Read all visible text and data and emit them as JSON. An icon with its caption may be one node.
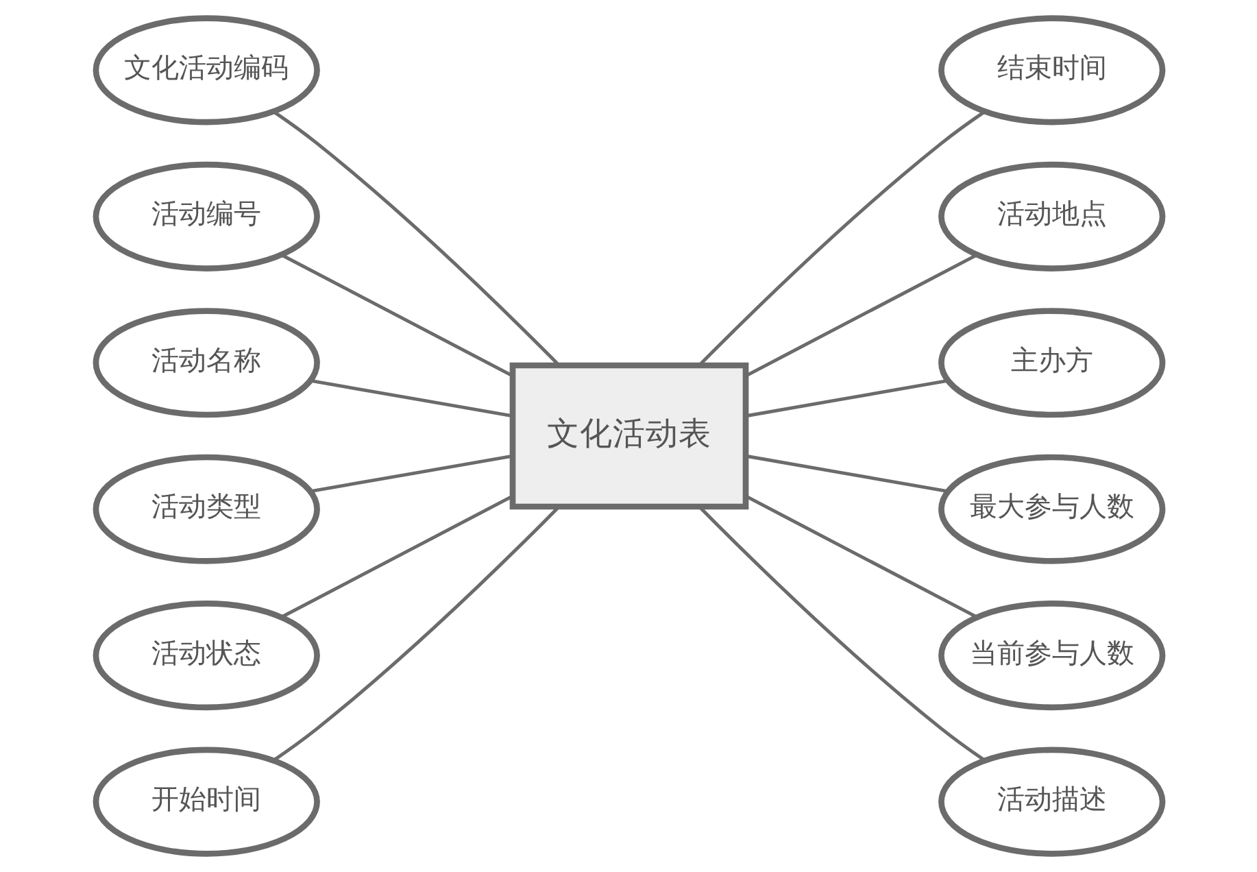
{
  "diagram": {
    "nodes": [
      {
        "text": [
          "文化活动编码"
        ]
      },
      {
        "text": [
          "活动编号"
        ]
      },
      {
        "text": [
          "活动名称"
        ]
      },
      {
        "text": [
          "活动类型"
        ]
      },
      {
        "text": [
          "活动状态"
        ]
      },
      {
        "text": [
          "开始时间"
        ]
      },
      {
        "text": [
          "文化活动表"
        ]
      },
      {
        "text": [
          "结束时间"
        ]
      },
      {
        "text": [
          "活动地点"
        ]
      },
      {
        "text": [
          "主办方"
        ]
      },
      {
        "text": [
          "最大参与人数"
        ]
      },
      {
        "text": [
          "当前参与人数"
        ]
      },
      {
        "text": [
          "活动描述"
        ]
      }
    ],
    "edges": [
      {
        "from": 0,
        "to": 6,
        "arrow": "none"
      },
      {
        "from": 1,
        "to": 6,
        "arrow": "none"
      },
      {
        "from": 2,
        "to": 6,
        "arrow": "none"
      },
      {
        "from": 3,
        "to": 6,
        "arrow": "none"
      },
      {
        "from": 4,
        "to": 6,
        "arrow": "none"
      },
      {
        "from": 5,
        "to": 6,
        "arrow": "none"
      },
      {
        "from": 6,
        "to": 7,
        "arrow": "none"
      },
      {
        "from": 6,
        "to": 8,
        "arrow": "none"
      },
      {
        "from": 6,
        "to": 9,
        "arrow": "none"
      },
      {
        "from": 6,
        "to": 10,
        "arrow": "none"
      },
      {
        "from": 6,
        "to": 11,
        "arrow": "none"
      },
      {
        "from": 6,
        "to": 12,
        "arrow": "none"
      }
    ]
  }
}
